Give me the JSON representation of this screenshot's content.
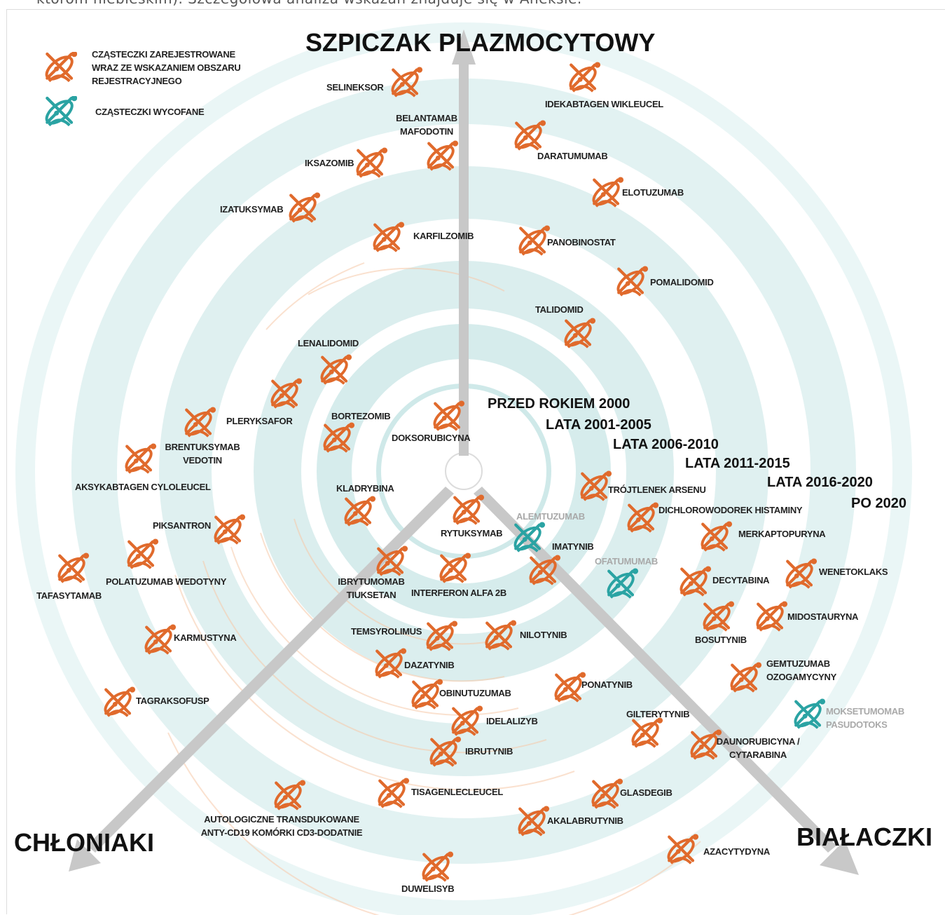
{
  "caption": "którom niebieskim). Szczegółowa analiza wskazań znajduje się w Aneksie.",
  "legend": {
    "registered": "CZĄSTECZKI ZAREJESTROWANE WRAZ ZE WSKAZANIEM OBSZARU REJESTRACYJNEGO",
    "withdrawn": "CZĄSTECZKI WYCOFANE"
  },
  "groups": {
    "myeloma": "SZPICZAK PLAZMOCYTOWY",
    "lymphoma": "CHŁONIAKI",
    "leukemia": "BIAŁACZKI"
  },
  "eras": [
    "PRZED ROKIEM 2000",
    "LATA 2001-2005",
    "LATA 2006-2010",
    "LATA 2011-2015",
    "LATA 2016-2020",
    "PO 2020"
  ],
  "colors": {
    "registered": "#e06a2c",
    "withdrawn": "#2aa3a3",
    "ring": "#e5f4f4",
    "arrow": "#c8c8c8"
  },
  "drugs": [
    {
      "label": "SELINEKSOR",
      "status": "registered"
    },
    {
      "label": "IDEKABTAGEN WIKLEUCEL",
      "status": "registered"
    },
    {
      "label": "BELANTAMAB MAFODOTIN",
      "status": "registered"
    },
    {
      "label": "DARATUMUMAB",
      "status": "registered"
    },
    {
      "label": "IKSAZOMIB",
      "status": "registered"
    },
    {
      "label": "ELOTUZUMAB",
      "status": "registered"
    },
    {
      "label": "IZATUKSYMAB",
      "status": "registered"
    },
    {
      "label": "KARFILZOMIB",
      "status": "registered"
    },
    {
      "label": "PANOBINOSTAT",
      "status": "registered"
    },
    {
      "label": "POMALIDOMID",
      "status": "registered"
    },
    {
      "label": "TALIDOMID",
      "status": "registered"
    },
    {
      "label": "LENALIDOMID",
      "status": "registered"
    },
    {
      "label": "PLERYKSAFOR",
      "status": "registered"
    },
    {
      "label": "BORTEZOMIB",
      "status": "registered"
    },
    {
      "label": "DOKSORUBICYNA",
      "status": "registered"
    },
    {
      "label": "BRENTUKSYMAB VEDOTIN",
      "status": "registered"
    },
    {
      "label": "AKSYKABTAGEN CYLOLEUCEL",
      "status": "registered"
    },
    {
      "label": "KLADRYBINA",
      "status": "registered"
    },
    {
      "label": "TRÓJTLENEK ARSENU",
      "status": "registered"
    },
    {
      "label": "DICHLOROWODOREK HISTAMINY",
      "status": "registered"
    },
    {
      "label": "PIKSANTRON",
      "status": "registered"
    },
    {
      "label": "RYTUKSYMAB",
      "status": "registered"
    },
    {
      "label": "ALEMTUZUMAB",
      "status": "withdrawn"
    },
    {
      "label": "IMATYNIB",
      "status": "registered"
    },
    {
      "label": "MERKAPTOPURYNA",
      "status": "registered"
    },
    {
      "label": "OFATUMUMAB",
      "status": "withdrawn"
    },
    {
      "label": "WENETOKLAKS",
      "status": "registered"
    },
    {
      "label": "TAFASYTAMAB",
      "status": "registered"
    },
    {
      "label": "POLATUZUMAB WEDOTYNY",
      "status": "registered"
    },
    {
      "label": "IBRYTUMOMAB TIUKSETAN",
      "status": "registered"
    },
    {
      "label": "INTERFERON ALFA 2B",
      "status": "registered"
    },
    {
      "label": "DECYTABINA",
      "status": "registered"
    },
    {
      "label": "MIDOSTAURYNA",
      "status": "registered"
    },
    {
      "label": "BOSUTYNIB",
      "status": "registered"
    },
    {
      "label": "KARMUSTYNA",
      "status": "registered"
    },
    {
      "label": "TEMSYROLIMUS",
      "status": "registered"
    },
    {
      "label": "NILOTYNIB",
      "status": "registered"
    },
    {
      "label": "DAZATYNIB",
      "status": "registered"
    },
    {
      "label": "GEMTUZUMAB OZOGAMYCYNY",
      "status": "registered"
    },
    {
      "label": "OBINUTUZUMAB",
      "status": "registered"
    },
    {
      "label": "PONATYNIB",
      "status": "registered"
    },
    {
      "label": "TAGRAKSOFUSP",
      "status": "registered"
    },
    {
      "label": "MOKSETUMOMAB PASUDOTOKS",
      "status": "withdrawn"
    },
    {
      "label": "GILTERYTYNIB",
      "status": "registered"
    },
    {
      "label": "IDELALIZYB",
      "status": "registered"
    },
    {
      "label": "DAUNORUBICYNA / CYTARABINA",
      "status": "registered"
    },
    {
      "label": "IBRUTYNIB",
      "status": "registered"
    },
    {
      "label": "TISAGENLECLEUCEL",
      "status": "registered"
    },
    {
      "label": "GLASDEGIB",
      "status": "registered"
    },
    {
      "label": "AUTOLOGICZNE TRANSDUKOWANE ANTY-CD19 KOMÓRKI CD3-DODATNIE",
      "status": "registered"
    },
    {
      "label": "AKALABRUTYNIB",
      "status": "registered"
    },
    {
      "label": "AZACYTYDYNA",
      "status": "registered"
    },
    {
      "label": "DUWELISYB",
      "status": "registered"
    }
  ]
}
